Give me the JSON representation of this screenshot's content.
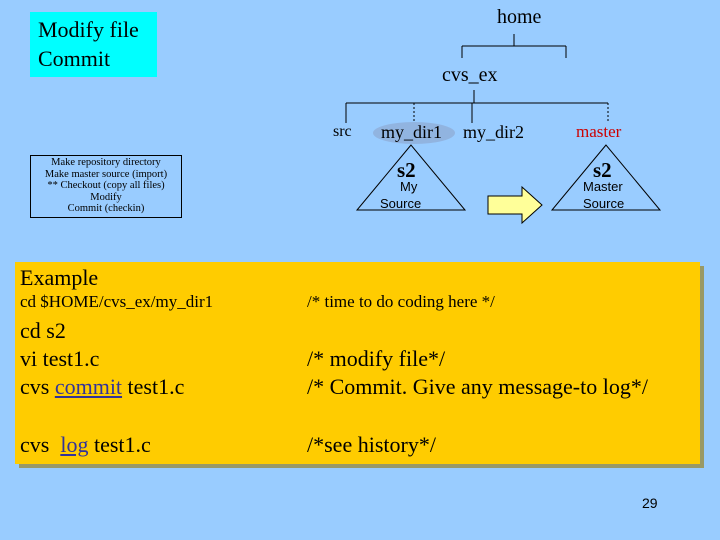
{
  "title_box": {
    "line1": "Modify file",
    "line2": "Commit"
  },
  "steps": [
    "Make repository directory",
    "Make master source (import)",
    "** Checkout (copy all files)",
    "Modify",
    "Commit (checkin)"
  ],
  "tree": {
    "root": "home",
    "level1": "cvs_ex",
    "children": [
      "src",
      "my_dir1",
      "my_dir2",
      "master"
    ]
  },
  "triangles": {
    "left": {
      "label": "s2",
      "line1": "My",
      "line2": "Source"
    },
    "right": {
      "label": "s2",
      "line1": "Master",
      "line2": "Source"
    }
  },
  "colors": {
    "background": "#99ccff",
    "title_fill": "#00ffff",
    "example_fill": "#ffcc00",
    "master_text": "#cc0000",
    "arrow_fill": "#ffff99",
    "link_text": "#333399"
  },
  "example": {
    "heading": "Example",
    "cmd_cd_dir": "cd $HOME/cvs_ex/my_dir1",
    "comment_coding": "/* time to do coding here */",
    "cmd_cd_s2": "cd s2",
    "cmd_vi": "vi test1.c",
    "cmd_commit_prefix": "cvs",
    "cmd_commit_keyword": "commit",
    "cmd_commit_file": "test1.c",
    "comment_modify": "/* modify file*/",
    "comment_commit": "/* Commit. Give any message-to log*/",
    "cmd_log_prefix": "cvs",
    "cmd_log_keyword": "log",
    "cmd_log_file": "test1.c",
    "comment_history": "/*see history*/"
  },
  "page_number": "29"
}
